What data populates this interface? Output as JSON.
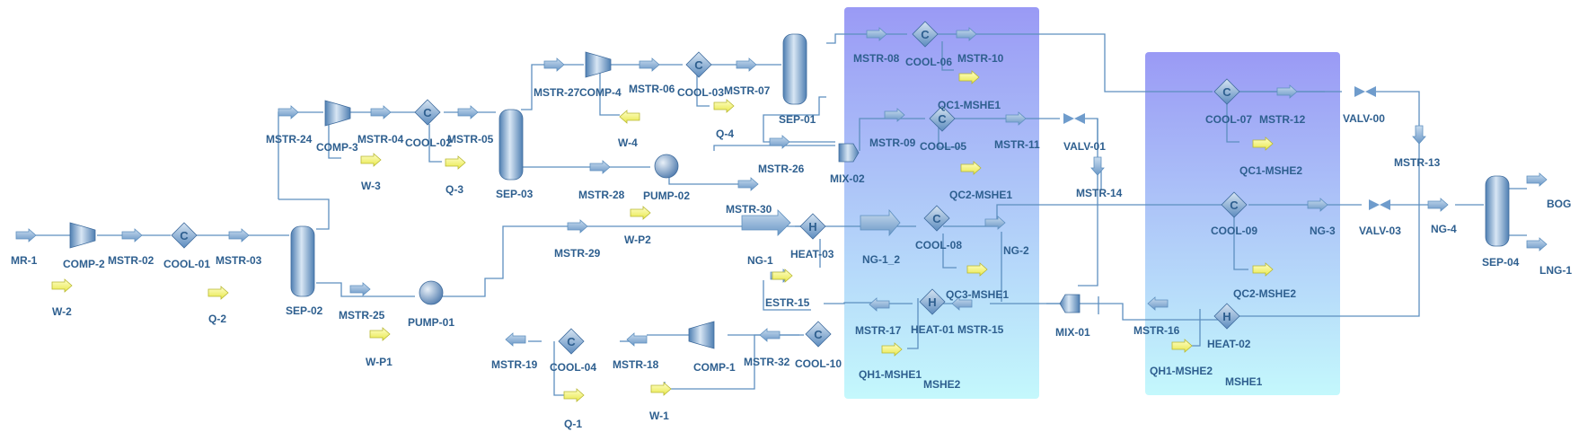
{
  "colors": {
    "pipe": "#5d8fbf",
    "equipment": "#6f9ccc",
    "equipment_dark": "#3f6c9e",
    "energy": "#ffff66",
    "label": "#2e5f8f",
    "panel_top": "#9e9ef5",
    "panel_bottom": "#c2f6fb"
  },
  "panels": [
    {
      "id": "mshe2",
      "label": "MSHE2"
    },
    {
      "id": "mshe1",
      "label": "MSHE1"
    }
  ],
  "units": {
    "COMP-2": {
      "label": "COMP-2",
      "kind": "compressor-icon"
    },
    "COOL-01": {
      "label": "COOL-01",
      "kind": "cooler-icon",
      "glyph": "C"
    },
    "SEP-02": {
      "label": "SEP-02",
      "kind": "separator-icon"
    },
    "COMP-3": {
      "label": "COMP-3",
      "kind": "compressor-icon"
    },
    "COOL-02": {
      "label": "COOL-02",
      "kind": "cooler-icon",
      "glyph": "C"
    },
    "SEP-03": {
      "label": "SEP-03",
      "kind": "separator-icon"
    },
    "COMP-4": {
      "label": "COMP-4",
      "kind": "compressor-icon"
    },
    "COOL-03": {
      "label": "COOL-03",
      "kind": "cooler-icon",
      "glyph": "C"
    },
    "SEP-01": {
      "label": "SEP-01",
      "kind": "separator-icon"
    },
    "COOL-06": {
      "label": "COOL-06",
      "kind": "cooler-icon",
      "glyph": "C"
    },
    "PUMP-02": {
      "label": "PUMP-02",
      "kind": "pump-icon"
    },
    "PUMP-01": {
      "label": "PUMP-01",
      "kind": "pump-icon"
    },
    "MIX-02": {
      "label": "MIX-02",
      "kind": "mixer-icon"
    },
    "COOL-05": {
      "label": "COOL-05",
      "kind": "cooler-icon",
      "glyph": "C"
    },
    "VALV-01": {
      "label": "VALV-01",
      "kind": "valve-icon"
    },
    "HEAT-03": {
      "label": "HEAT-03",
      "kind": "heater-icon",
      "glyph": "H"
    },
    "COOL-08": {
      "label": "COOL-08",
      "kind": "cooler-icon",
      "glyph": "C"
    },
    "HEAT-01": {
      "label": "HEAT-01",
      "kind": "heater-icon",
      "glyph": "H"
    },
    "COOL-10": {
      "label": "COOL-10",
      "kind": "cooler-icon",
      "glyph": "C"
    },
    "COMP-1": {
      "label": "COMP-1",
      "kind": "compressor-icon"
    },
    "COOL-04": {
      "label": "COOL-04",
      "kind": "cooler-icon",
      "glyph": "C"
    },
    "MIX-01": {
      "label": "MIX-01",
      "kind": "mixer-icon"
    },
    "COOL-07": {
      "label": "COOL-07",
      "kind": "cooler-icon",
      "glyph": "C"
    },
    "VALV-00": {
      "label": "VALV-00",
      "kind": "valve-icon"
    },
    "COOL-09": {
      "label": "COOL-09",
      "kind": "cooler-icon",
      "glyph": "C"
    },
    "VALV-03": {
      "label": "VALV-03",
      "kind": "valve-icon"
    },
    "HEAT-02": {
      "label": "HEAT-02",
      "kind": "heater-icon",
      "glyph": "H"
    },
    "SEP-04": {
      "label": "SEP-04",
      "kind": "separator-icon"
    }
  },
  "streams": {
    "MR-1": "MR-1",
    "MSTR-02": "MSTR-02",
    "MSTR-03": "MSTR-03",
    "MSTR-24": "MSTR-24",
    "MSTR-04": "MSTR-04",
    "MSTR-05": "MSTR-05",
    "MSTR-27": "MSTR-27",
    "MSTR-06": "MSTR-06",
    "MSTR-07": "MSTR-07",
    "MSTR-08": "MSTR-08",
    "MSTR-10": "MSTR-10",
    "MSTR-28": "MSTR-28",
    "MSTR-26": "MSTR-26",
    "MSTR-25": "MSTR-25",
    "MSTR-29": "MSTR-29",
    "MSTR-30": "MSTR-30",
    "MSTR-09": "MSTR-09",
    "MSTR-11": "MSTR-11",
    "MSTR-14": "MSTR-14",
    "NG-1": "NG-1",
    "NG-1_2": "NG-1_2",
    "NG-2": "NG-2",
    "ESTR-15": "ESTR-15",
    "MSTR-17": "MSTR-17",
    "MSTR-15": "MSTR-15",
    "MSTR-32": "MSTR-32",
    "MSTR-18": "MSTR-18",
    "MSTR-19": "MSTR-19",
    "MSTR-12": "MSTR-12",
    "MSTR-13": "MSTR-13",
    "NG-3": "NG-3",
    "NG-4": "NG-4",
    "MSTR-16": "MSTR-16",
    "BOG": "BOG",
    "LNG-1": "LNG-1"
  },
  "energy": {
    "W-2": "W-2",
    "Q-2": "Q-2",
    "W-3": "W-3",
    "Q-3": "Q-3",
    "W-4": "W-4",
    "Q-4": "Q-4",
    "W-P2": "W-P2",
    "W-P1": "W-P1",
    "QC1-MSHE1": "QC1-MSHE1",
    "QC2-MSHE1": "QC2-MSHE1",
    "QC3-MSHE1": "QC3-MSHE1",
    "QH1-MSHE1": "QH1-MSHE1",
    "Q-1": "Q-1",
    "W-1": "W-1",
    "QC1-MSHE2": "QC1-MSHE2",
    "QC2-MSHE2": "QC2-MSHE2",
    "QH1-MSHE2": "QH1-MSHE2"
  }
}
